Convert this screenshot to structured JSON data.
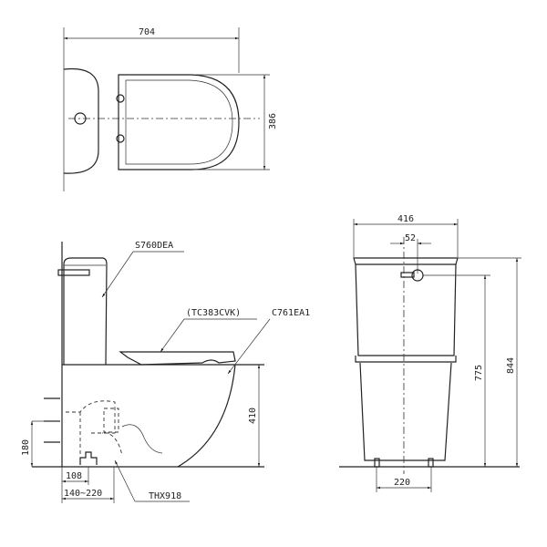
{
  "top_view": {
    "width_dim": "704",
    "depth_dim": "386"
  },
  "side_view": {
    "tank_model": "S760DEA",
    "seat_model": "(TC383CVK)",
    "bowl_model": "C761EA1",
    "trap_model": "THX918",
    "bowl_height_dim": "410",
    "inlet_height_dim": "180",
    "outlet_offset_dim": "108",
    "rough_in_dim": "140~220"
  },
  "front_view": {
    "width_dim": "416",
    "inlet_offset_dim": "52",
    "inlet_height_dim": "775",
    "total_height_dim": "844",
    "feet_spacing_dim": "220"
  }
}
